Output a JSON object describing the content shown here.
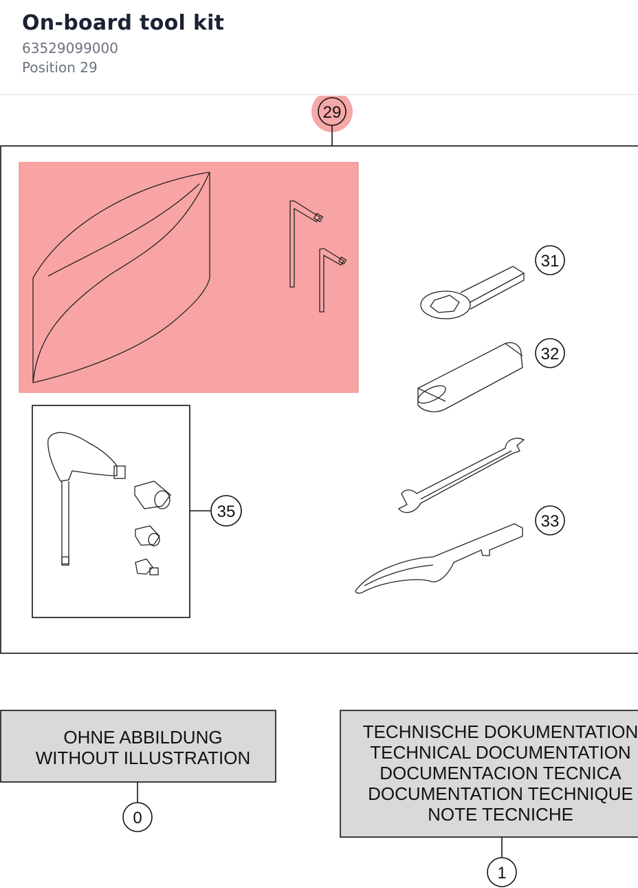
{
  "header": {
    "title": "On-board tool kit",
    "part_number": "63529099000",
    "position": "Position 29"
  },
  "diagram": {
    "callouts": {
      "c29": "29",
      "c31": "31",
      "c32": "32",
      "c33": "33",
      "c35": "35",
      "c0": "0",
      "c1": "1"
    },
    "box_no_illustration": {
      "line1": "OHNE ABBILDUNG",
      "line2": "WITHOUT ILLUSTRATION"
    },
    "box_tech_doc": {
      "line1": "TECHNISCHE DOKUMENTATION",
      "line2": "TECHNICAL DOCUMENTATION",
      "line3": "DOCUMENTACION TECNICA",
      "line4": "DOCUMENTATION TECHNIQUE",
      "line5": "NOTE TECNICHE"
    },
    "colors": {
      "highlight_fill": "#f8a4a4",
      "highlight_callout": "#f28b8b",
      "box_grey": "#d9d9d9"
    }
  }
}
